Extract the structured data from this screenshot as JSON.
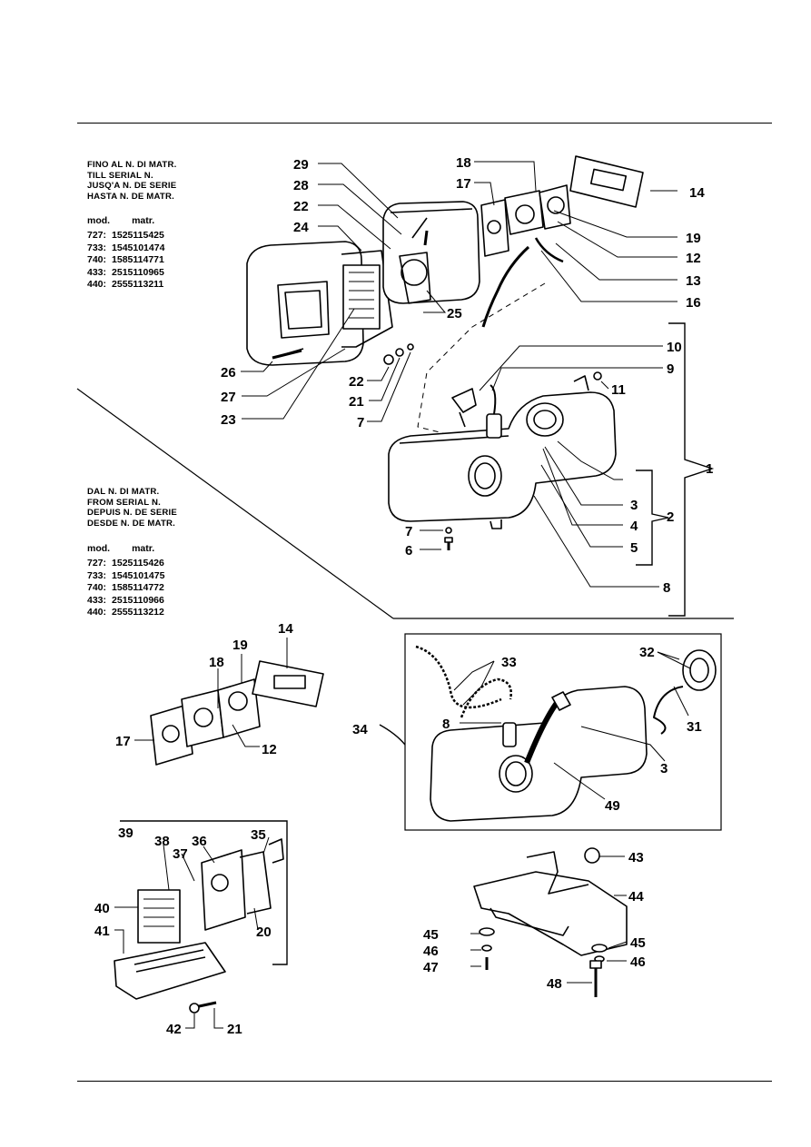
{
  "notes": {
    "until_serial": [
      "FINO AL N. DI MATR.",
      "TILL SERIAL N.",
      "JUSQ'A N. DE SERIE",
      "HASTA N. DE MATR."
    ],
    "from_serial": [
      "DAL N. DI MATR.",
      "FROM SERIAL N.",
      "DEPUIS N. DE SERIE",
      "DESDE N. DE MATR."
    ]
  },
  "serial_tables": {
    "header_model": "mod.",
    "header_serial": "matr.",
    "until": [
      {
        "model": "727:",
        "serial": "1525115425"
      },
      {
        "model": "733:",
        "serial": "1545101474"
      },
      {
        "model": "740:",
        "serial": "1585114771"
      },
      {
        "model": "433:",
        "serial": "2515110965"
      },
      {
        "model": "440:",
        "serial": "2555113211"
      }
    ],
    "from": [
      {
        "model": "727:",
        "serial": "1525115426"
      },
      {
        "model": "733:",
        "serial": "1545101475"
      },
      {
        "model": "740:",
        "serial": "1585114772"
      },
      {
        "model": "433:",
        "serial": "2515110966"
      },
      {
        "model": "440:",
        "serial": "2555113212"
      }
    ]
  },
  "callouts": [
    "1",
    "2",
    "3",
    "4",
    "5",
    "6",
    "7",
    "8",
    "9",
    "10",
    "11",
    "12",
    "13",
    "14",
    "16",
    "17",
    "18",
    "19",
    "20",
    "21",
    "22",
    "23",
    "24",
    "25",
    "26",
    "27",
    "28",
    "29",
    "31",
    "32",
    "33",
    "34",
    "35",
    "36",
    "37",
    "38",
    "39",
    "40",
    "41",
    "42",
    "43",
    "44",
    "45",
    "46",
    "47",
    "48",
    "49"
  ]
}
